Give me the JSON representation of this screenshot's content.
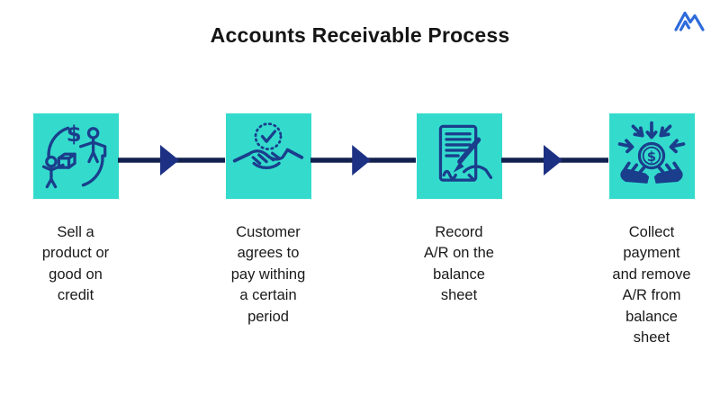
{
  "title": "Accounts Receivable Process",
  "brand": {
    "logo_icon": "mountain-logo",
    "logo_color": "#2E6BDB"
  },
  "colors": {
    "step_box_background": "#34DBCD",
    "icon_stroke": "#1A3E8C",
    "arrow_line": "#12204F",
    "arrow_head": "#1D3184",
    "text": "#1A1A1A"
  },
  "steps": [
    {
      "icon": "sell-product-exchange-icon",
      "label": "Sell a\nproduct or\ngood on\ncredit"
    },
    {
      "icon": "handshake-agreement-icon",
      "label": "Customer\nagrees to\npay withing\na certain\nperiod"
    },
    {
      "icon": "record-signature-document-icon",
      "label": "Record\nA/R on the\nbalance\nsheet"
    },
    {
      "icon": "collect-payment-hands-icon",
      "label": "Collect\npayment\nand remove\nA/R from\nbalance\nsheet"
    }
  ],
  "connectors": {
    "direction": "right",
    "count": 3
  }
}
